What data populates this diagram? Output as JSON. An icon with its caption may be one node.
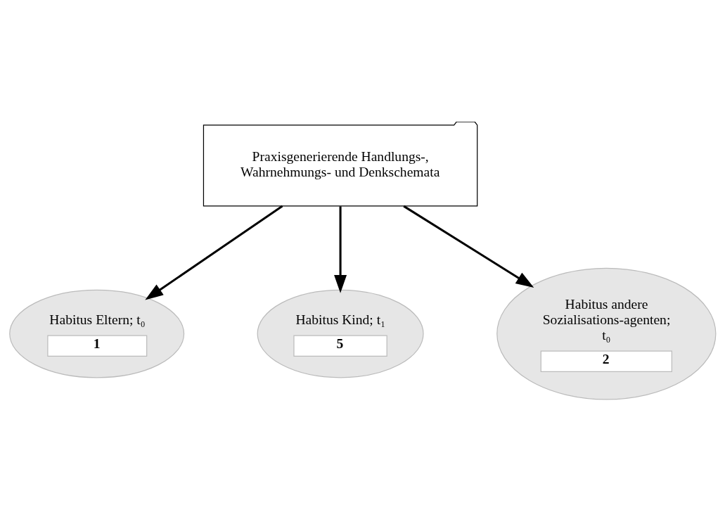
{
  "diagram": {
    "nodes": [
      {
        "text": [
          "Praxisgenerierende Handlungs-, Wahrnehmungs- und Denkschemata"
        ]
      },
      {
        "text": [
          "Habitus Eltern; t₀",
          "1"
        ]
      },
      {
        "text": [
          "Habitus Kind; t₁",
          "5"
        ]
      },
      {
        "text": [
          "Habitus andere Sozialisations-agenten; t₀",
          "2"
        ]
      }
    ],
    "edges": [
      {
        "from": 0,
        "to": 1,
        "arrow": "to"
      },
      {
        "from": 0,
        "to": 3,
        "arrow": "to"
      },
      {
        "from": 0,
        "to": 2,
        "arrow": "to"
      }
    ]
  }
}
